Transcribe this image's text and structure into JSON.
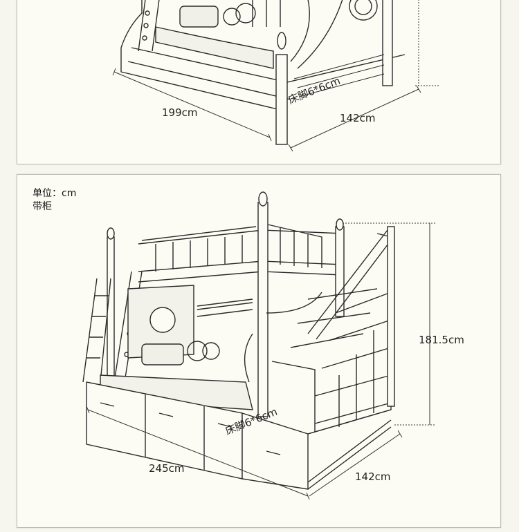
{
  "top_diagram": {
    "length_label": "199cm",
    "width_label": "142cm",
    "leg_label": "床脚6*6cm"
  },
  "bottom_diagram": {
    "unit_label": "单位：cm",
    "variant_label": "带柜",
    "length_label": "245cm",
    "width_label": "142cm",
    "height_label": "181.5cm",
    "leg_label": "床脚6*6cm"
  },
  "colors": {
    "background": "#f7f6ee",
    "panel": "#fdfcf4",
    "line": "#2a2a2a",
    "dim_line": "#333333"
  }
}
